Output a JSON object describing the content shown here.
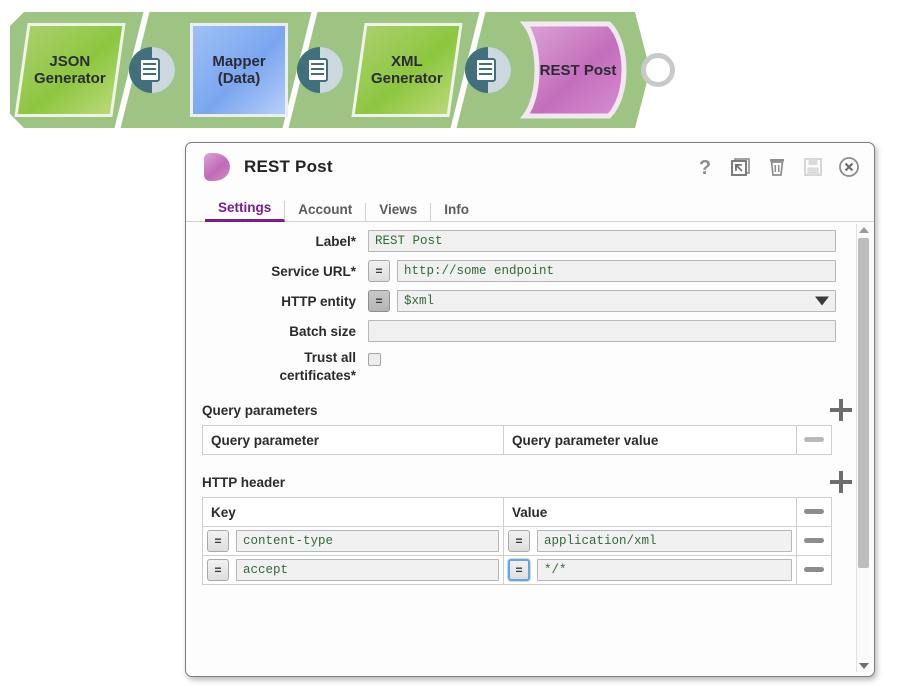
{
  "pipeline": {
    "nodes": [
      {
        "label": "JSON Generator",
        "line1": "JSON",
        "line2": "Generator",
        "kind": "generator",
        "color": "#8dc63f"
      },
      {
        "label": "Mapper (Data)",
        "line1": "Mapper",
        "line2": "(Data)",
        "kind": "mapper",
        "color": "#7aa6ef"
      },
      {
        "label": "XML Generator",
        "line1": "XML",
        "line2": "Generator",
        "kind": "generator",
        "color": "#8dc63f"
      },
      {
        "label": "REST Post",
        "line1": "REST Post",
        "line2": "",
        "kind": "rest",
        "color": "#c46ebb"
      }
    ],
    "connectors": [
      "document-connector-icon",
      "document-connector-icon",
      "document-connector-icon"
    ],
    "endpoint": "pipeline-endpoint",
    "band_color": "#9ec483"
  },
  "dialog": {
    "title": "REST Post",
    "icon": "rest-post-icon",
    "tools": [
      {
        "name": "help-icon",
        "glyph": "?",
        "enabled": true
      },
      {
        "name": "restore-window-icon",
        "glyph": "restore",
        "enabled": true
      },
      {
        "name": "delete-icon",
        "glyph": "trash",
        "enabled": true
      },
      {
        "name": "save-icon",
        "glyph": "floppy",
        "enabled": false
      },
      {
        "name": "close-icon",
        "glyph": "x-circle",
        "enabled": true
      }
    ],
    "tabs": [
      {
        "label": "Settings",
        "active": true
      },
      {
        "label": "Account",
        "active": false
      },
      {
        "label": "Views",
        "active": false
      },
      {
        "label": "Info",
        "active": false
      }
    ],
    "accent_color": "#7a1d8f",
    "fields": {
      "label": {
        "label": "Label*",
        "value": "REST Post",
        "expression": false
      },
      "service_url": {
        "label": "Service URL*",
        "value": "http://some endpoint",
        "expression": true,
        "eq_label": "=",
        "eq_active": false
      },
      "http_entity": {
        "label": "HTTP entity",
        "value": "$xml",
        "expression": true,
        "eq_label": "=",
        "eq_active": true,
        "dropdown": true
      },
      "batch_size": {
        "label": "Batch size",
        "value": "",
        "expression": false
      },
      "trust_all": {
        "label_line1": "Trust all",
        "label_line2": "certificates*",
        "checked": false
      }
    },
    "query_parameters": {
      "title": "Query parameters",
      "add_label": "+",
      "columns": [
        "Query parameter",
        "Query parameter value"
      ],
      "rows": []
    },
    "http_header": {
      "title": "HTTP header",
      "add_label": "+",
      "columns": [
        "Key",
        "Value"
      ],
      "rows": [
        {
          "key": "content-type",
          "value": "application/xml",
          "key_eq": "=",
          "value_eq": "=",
          "key_eq_focused": false,
          "value_eq_focused": false
        },
        {
          "key": "accept",
          "value": "*/*",
          "key_eq": "=",
          "value_eq": "=",
          "key_eq_focused": false,
          "value_eq_focused": true
        }
      ]
    },
    "scrollbar": {
      "up": "scroll-up-arrow",
      "down": "scroll-down-arrow",
      "thumb": "scroll-thumb"
    }
  }
}
